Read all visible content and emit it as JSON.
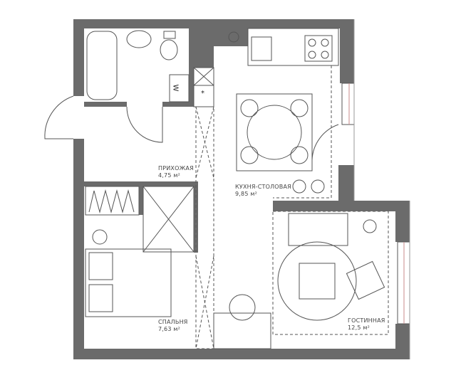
{
  "rooms": [
    {
      "name": "ПРИХОЖАЯ",
      "area": "4,75 м²"
    },
    {
      "name": "КУХНЯ-СТОЛОВАЯ",
      "area": "9,85 м²"
    },
    {
      "name": "СПАЛЬНЯ",
      "area": "7,63 м²"
    },
    {
      "name": "ГОСТИННАЯ",
      "area": "12,5 м²"
    }
  ],
  "markers": {
    "washer": "W",
    "shaft": "*"
  },
  "colors": {
    "wall": "#6b6b6b",
    "line": "#555555",
    "window": "#c98a8a"
  }
}
